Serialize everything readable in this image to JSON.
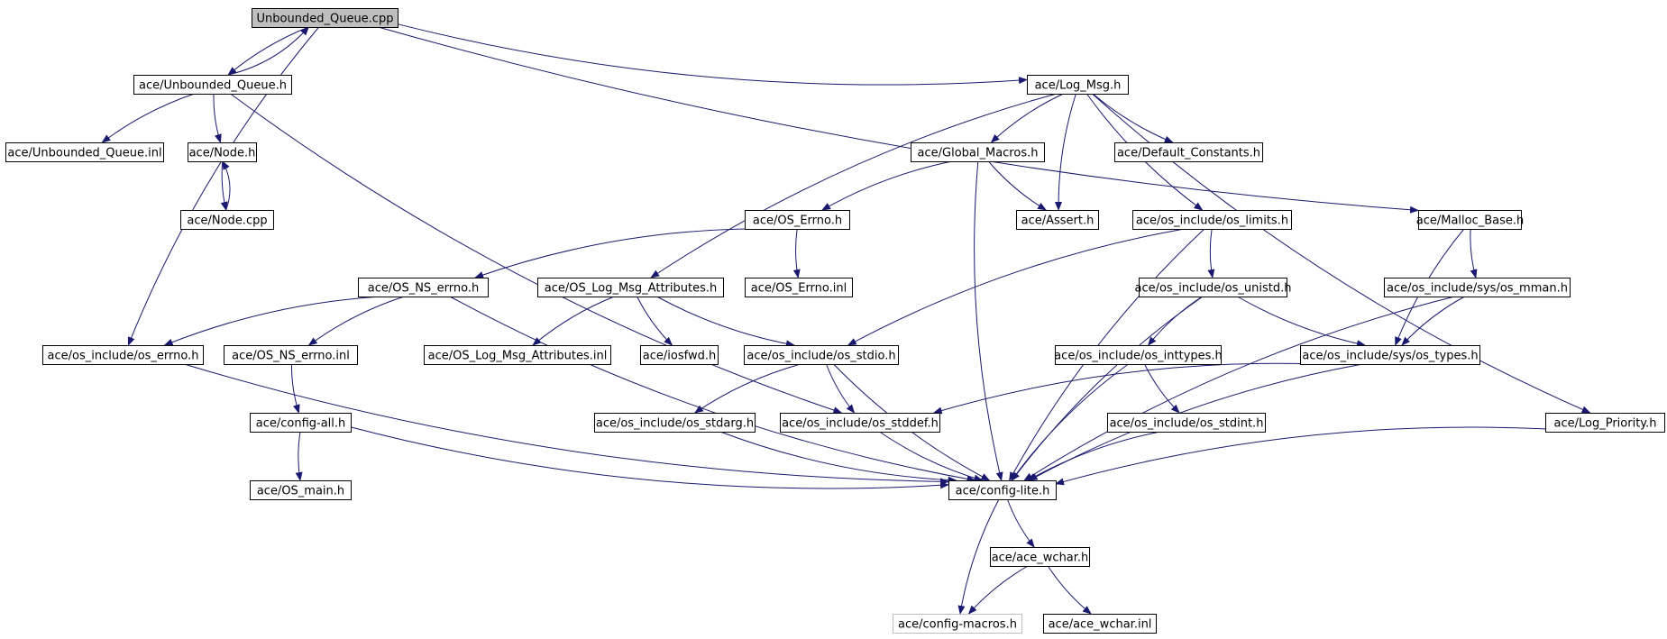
{
  "nodes": [
    {
      "id": "n0",
      "label": "Unbounded_Queue.cpp",
      "kind": "root"
    },
    {
      "id": "n1",
      "label": "ace/Unbounded_Queue.h"
    },
    {
      "id": "n2",
      "label": "ace/Log_Msg.h"
    },
    {
      "id": "n3",
      "label": "ace/Unbounded_Queue.inl"
    },
    {
      "id": "n4",
      "label": "ace/Node.h"
    },
    {
      "id": "n5",
      "label": "ace/Node.cpp"
    },
    {
      "id": "n6",
      "label": "ace/Global_Macros.h"
    },
    {
      "id": "n7",
      "label": "ace/Default_Constants.h"
    },
    {
      "id": "n8",
      "label": "ace/OS_Errno.h"
    },
    {
      "id": "n9",
      "label": "ace/Assert.h"
    },
    {
      "id": "n10",
      "label": "ace/os_include/os_limits.h"
    },
    {
      "id": "n11",
      "label": "ace/Malloc_Base.h"
    },
    {
      "id": "n12",
      "label": "ace/OS_NS_errno.h"
    },
    {
      "id": "n13",
      "label": "ace/OS_Log_Msg_Attributes.h"
    },
    {
      "id": "n14",
      "label": "ace/OS_Errno.inl"
    },
    {
      "id": "n15",
      "label": "ace/os_include/os_unistd.h"
    },
    {
      "id": "n16",
      "label": "ace/os_include/sys/os_mman.h"
    },
    {
      "id": "n17",
      "label": "ace/os_include/os_errno.h"
    },
    {
      "id": "n18",
      "label": "ace/OS_NS_errno.inl"
    },
    {
      "id": "n19",
      "label": "ace/OS_Log_Msg_Attributes.inl"
    },
    {
      "id": "n20",
      "label": "ace/iosfwd.h"
    },
    {
      "id": "n21",
      "label": "ace/os_include/os_stdio.h"
    },
    {
      "id": "n22",
      "label": "ace/os_include/os_inttypes.h"
    },
    {
      "id": "n23",
      "label": "ace/os_include/sys/os_types.h"
    },
    {
      "id": "n24",
      "label": "ace/config-all.h"
    },
    {
      "id": "n25",
      "label": "ace/os_include/os_stdarg.h"
    },
    {
      "id": "n26",
      "label": "ace/os_include/os_stddef.h"
    },
    {
      "id": "n27",
      "label": "ace/os_include/os_stdint.h"
    },
    {
      "id": "n28",
      "label": "ace/Log_Priority.h"
    },
    {
      "id": "n29",
      "label": "ace/OS_main.h"
    },
    {
      "id": "n30",
      "label": "ace/config-lite.h"
    },
    {
      "id": "n31",
      "label": "ace/ace_wchar.h"
    },
    {
      "id": "n32",
      "label": "ace/config-macros.h",
      "kind": "ghost"
    },
    {
      "id": "n33",
      "label": "ace/ace_wchar.inl"
    }
  ],
  "edges": [
    [
      "n0",
      "n1"
    ],
    [
      "n1",
      "n0"
    ],
    [
      "n0",
      "n2"
    ],
    [
      "n0",
      "n11"
    ],
    [
      "n0",
      "n17"
    ],
    [
      "n1",
      "n3"
    ],
    [
      "n1",
      "n4"
    ],
    [
      "n1",
      "n26"
    ],
    [
      "n4",
      "n5"
    ],
    [
      "n5",
      "n4"
    ],
    [
      "n2",
      "n6"
    ],
    [
      "n2",
      "n7"
    ],
    [
      "n2",
      "n9"
    ],
    [
      "n2",
      "n10"
    ],
    [
      "n2",
      "n13"
    ],
    [
      "n2",
      "n28"
    ],
    [
      "n6",
      "n8"
    ],
    [
      "n6",
      "n9"
    ],
    [
      "n6",
      "n30"
    ],
    [
      "n8",
      "n12"
    ],
    [
      "n8",
      "n14"
    ],
    [
      "n10",
      "n15"
    ],
    [
      "n10",
      "n21"
    ],
    [
      "n10",
      "n30"
    ],
    [
      "n11",
      "n16"
    ],
    [
      "n11",
      "n23"
    ],
    [
      "n12",
      "n17"
    ],
    [
      "n12",
      "n18"
    ],
    [
      "n12",
      "n30"
    ],
    [
      "n13",
      "n19"
    ],
    [
      "n13",
      "n20"
    ],
    [
      "n13",
      "n21"
    ],
    [
      "n15",
      "n22"
    ],
    [
      "n15",
      "n23"
    ],
    [
      "n15",
      "n30"
    ],
    [
      "n16",
      "n23"
    ],
    [
      "n16",
      "n30"
    ],
    [
      "n17",
      "n30"
    ],
    [
      "n18",
      "n24"
    ],
    [
      "n21",
      "n25"
    ],
    [
      "n21",
      "n26"
    ],
    [
      "n21",
      "n30"
    ],
    [
      "n22",
      "n27"
    ],
    [
      "n22",
      "n30"
    ],
    [
      "n23",
      "n26"
    ],
    [
      "n23",
      "n30"
    ],
    [
      "n24",
      "n29"
    ],
    [
      "n24",
      "n30"
    ],
    [
      "n25",
      "n30"
    ],
    [
      "n26",
      "n30"
    ],
    [
      "n27",
      "n30"
    ],
    [
      "n28",
      "n30"
    ],
    [
      "n30",
      "n31"
    ],
    [
      "n30",
      "n32"
    ],
    [
      "n31",
      "n32"
    ],
    [
      "n31",
      "n33"
    ]
  ]
}
